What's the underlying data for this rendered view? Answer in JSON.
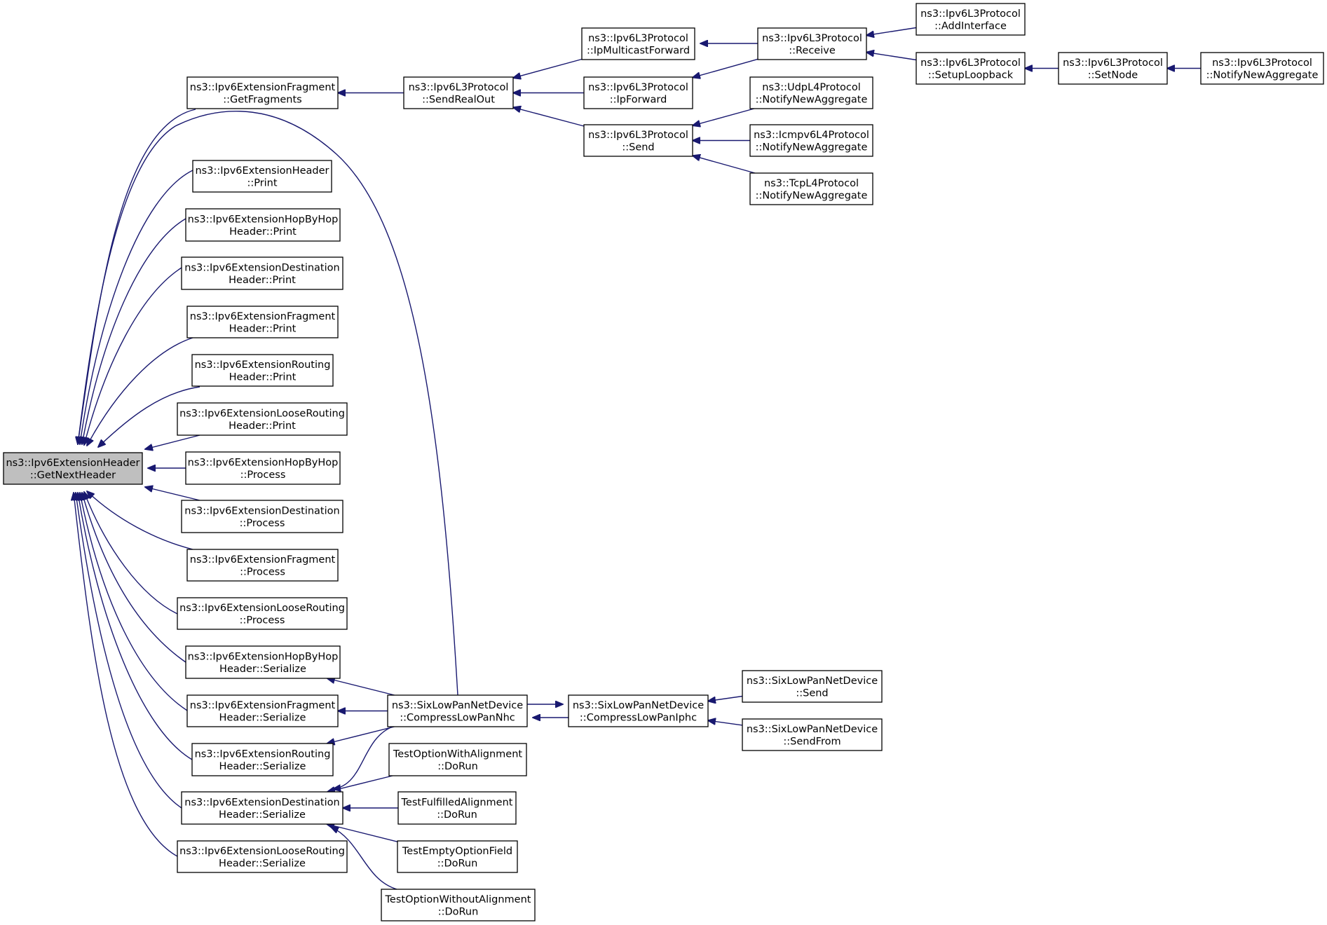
{
  "graph": {
    "edge_color": "#191970",
    "highlight_fill": "#bfbfbf",
    "nodes": {
      "root": {
        "lines": [
          "ns3::Ipv6ExtensionHeader",
          "::GetNextHeader"
        ],
        "highlighted": true
      },
      "fragGet": {
        "lines": [
          "ns3::Ipv6ExtensionFragment",
          "::GetFragments"
        ]
      },
      "extPrint": {
        "lines": [
          "ns3::Ipv6ExtensionHeader",
          "::Print"
        ]
      },
      "hbhPrint": {
        "lines": [
          "ns3::Ipv6ExtensionHopByHop",
          "Header::Print"
        ]
      },
      "dstPrint": {
        "lines": [
          "ns3::Ipv6ExtensionDestination",
          "Header::Print"
        ]
      },
      "frgPrint": {
        "lines": [
          "ns3::Ipv6ExtensionFragment",
          "Header::Print"
        ]
      },
      "rtgPrint": {
        "lines": [
          "ns3::Ipv6ExtensionRouting",
          "Header::Print"
        ]
      },
      "lrPrint": {
        "lines": [
          "ns3::Ipv6ExtensionLooseRouting",
          "Header::Print"
        ]
      },
      "hbhProc": {
        "lines": [
          "ns3::Ipv6ExtensionHopByHop",
          "::Process"
        ]
      },
      "dstProc": {
        "lines": [
          "ns3::Ipv6ExtensionDestination",
          "::Process"
        ]
      },
      "frgProc": {
        "lines": [
          "ns3::Ipv6ExtensionFragment",
          "::Process"
        ]
      },
      "lrProc": {
        "lines": [
          "ns3::Ipv6ExtensionLooseRouting",
          "::Process"
        ]
      },
      "hbhSer": {
        "lines": [
          "ns3::Ipv6ExtensionHopByHop",
          "Header::Serialize"
        ]
      },
      "frgSer": {
        "lines": [
          "ns3::Ipv6ExtensionFragment",
          "Header::Serialize"
        ]
      },
      "rtgSer": {
        "lines": [
          "ns3::Ipv6ExtensionRouting",
          "Header::Serialize"
        ]
      },
      "dstSer": {
        "lines": [
          "ns3::Ipv6ExtensionDestination",
          "Header::Serialize"
        ]
      },
      "lrSer": {
        "lines": [
          "ns3::Ipv6ExtensionLooseRouting",
          "Header::Serialize"
        ]
      },
      "sendReal": {
        "lines": [
          "ns3::Ipv6L3Protocol",
          "::SendRealOut"
        ]
      },
      "ipMcast": {
        "lines": [
          "ns3::Ipv6L3Protocol",
          "::IpMulticastForward"
        ]
      },
      "ipFwd": {
        "lines": [
          "ns3::Ipv6L3Protocol",
          "::IpForward"
        ]
      },
      "l3Send": {
        "lines": [
          "ns3::Ipv6L3Protocol",
          "::Send"
        ]
      },
      "receive": {
        "lines": [
          "ns3::Ipv6L3Protocol",
          "::Receive"
        ]
      },
      "addIf": {
        "lines": [
          "ns3::Ipv6L3Protocol",
          "::AddInterface"
        ]
      },
      "setupLb": {
        "lines": [
          "ns3::Ipv6L3Protocol",
          "::SetupLoopback"
        ]
      },
      "setNode": {
        "lines": [
          "ns3::Ipv6L3Protocol",
          "::SetNode"
        ]
      },
      "notifyL3": {
        "lines": [
          "ns3::Ipv6L3Protocol",
          "::NotifyNewAggregate"
        ]
      },
      "udp": {
        "lines": [
          "ns3::UdpL4Protocol",
          "::NotifyNewAggregate"
        ]
      },
      "icmp": {
        "lines": [
          "ns3::Icmpv6L4Protocol",
          "::NotifyNewAggregate"
        ]
      },
      "tcp": {
        "lines": [
          "ns3::TcpL4Protocol",
          "::NotifyNewAggregate"
        ]
      },
      "nhc": {
        "lines": [
          "ns3::SixLowPanNetDevice",
          "::CompressLowPanNhc"
        ]
      },
      "iphc": {
        "lines": [
          "ns3::SixLowPanNetDevice",
          "::CompressLowPanIphc"
        ]
      },
      "slSend": {
        "lines": [
          "ns3::SixLowPanNetDevice",
          "::Send"
        ]
      },
      "slFrom": {
        "lines": [
          "ns3::SixLowPanNetDevice",
          "::SendFrom"
        ]
      },
      "tWith": {
        "lines": [
          "TestOptionWithAlignment",
          "::DoRun"
        ]
      },
      "tFul": {
        "lines": [
          "TestFulfilledAlignment",
          "::DoRun"
        ]
      },
      "tEmpty": {
        "lines": [
          "TestEmptyOptionField",
          "::DoRun"
        ]
      },
      "tWithout": {
        "lines": [
          "TestOptionWithoutAlignment",
          "::DoRun"
        ]
      }
    },
    "edges": [
      {
        "from": "fragGet",
        "to": "root"
      },
      {
        "from": "nhc",
        "to": "root"
      },
      {
        "from": "extPrint",
        "to": "root"
      },
      {
        "from": "hbhPrint",
        "to": "root"
      },
      {
        "from": "dstPrint",
        "to": "root"
      },
      {
        "from": "frgPrint",
        "to": "root"
      },
      {
        "from": "rtgPrint",
        "to": "root"
      },
      {
        "from": "lrPrint",
        "to": "root"
      },
      {
        "from": "hbhProc",
        "to": "root"
      },
      {
        "from": "dstProc",
        "to": "root"
      },
      {
        "from": "frgProc",
        "to": "root"
      },
      {
        "from": "lrProc",
        "to": "root"
      },
      {
        "from": "hbhSer",
        "to": "root"
      },
      {
        "from": "frgSer",
        "to": "root"
      },
      {
        "from": "rtgSer",
        "to": "root"
      },
      {
        "from": "dstSer",
        "to": "root"
      },
      {
        "from": "lrSer",
        "to": "root"
      },
      {
        "from": "sendReal",
        "to": "fragGet"
      },
      {
        "from": "ipMcast",
        "to": "sendReal"
      },
      {
        "from": "ipFwd",
        "to": "sendReal"
      },
      {
        "from": "l3Send",
        "to": "sendReal"
      },
      {
        "from": "receive",
        "to": "ipMcast"
      },
      {
        "from": "receive",
        "to": "ipFwd"
      },
      {
        "from": "addIf",
        "to": "receive"
      },
      {
        "from": "setupLb",
        "to": "receive"
      },
      {
        "from": "setNode",
        "to": "setupLb"
      },
      {
        "from": "notifyL3",
        "to": "setNode"
      },
      {
        "from": "udp",
        "to": "l3Send"
      },
      {
        "from": "icmp",
        "to": "l3Send"
      },
      {
        "from": "tcp",
        "to": "l3Send"
      },
      {
        "from": "nhc",
        "to": "hbhSer"
      },
      {
        "from": "nhc",
        "to": "frgSer"
      },
      {
        "from": "nhc",
        "to": "rtgSer"
      },
      {
        "from": "nhc",
        "to": "dstSer"
      },
      {
        "from": "iphc",
        "to": "nhc"
      },
      {
        "from": "nhc",
        "to": "iphc"
      },
      {
        "from": "slSend",
        "to": "iphc"
      },
      {
        "from": "slFrom",
        "to": "iphc"
      },
      {
        "from": "tWith",
        "to": "dstSer"
      },
      {
        "from": "tFul",
        "to": "dstSer"
      },
      {
        "from": "tEmpty",
        "to": "dstSer"
      },
      {
        "from": "tWithout",
        "to": "dstSer"
      }
    ]
  }
}
